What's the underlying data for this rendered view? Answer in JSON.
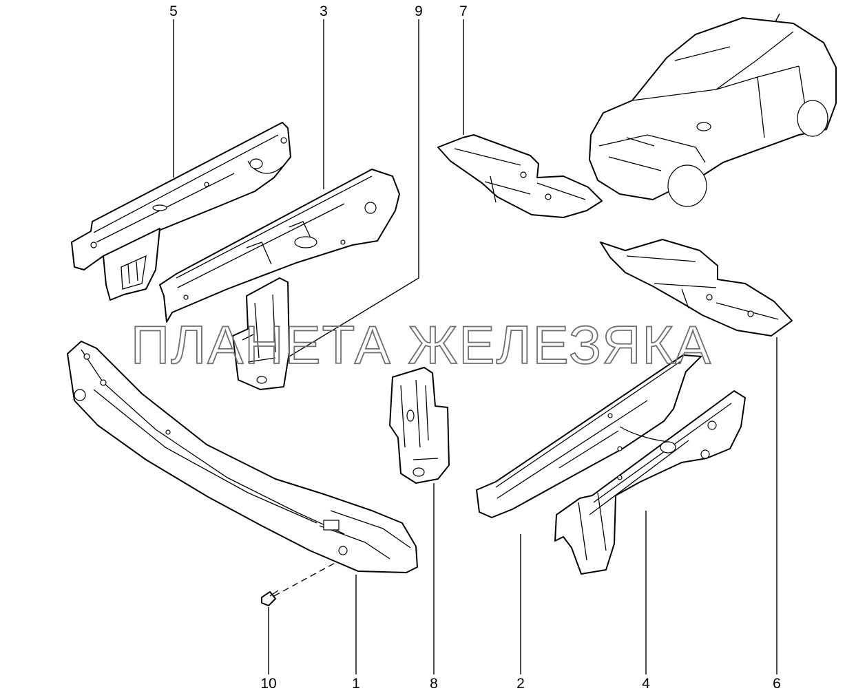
{
  "watermark": "ПЛАНЕТА ЖЕЛЕЗЯКА",
  "callouts": [
    "5",
    "3",
    "9",
    "7",
    "1",
    "8",
    "2",
    "4",
    "6",
    "10"
  ]
}
